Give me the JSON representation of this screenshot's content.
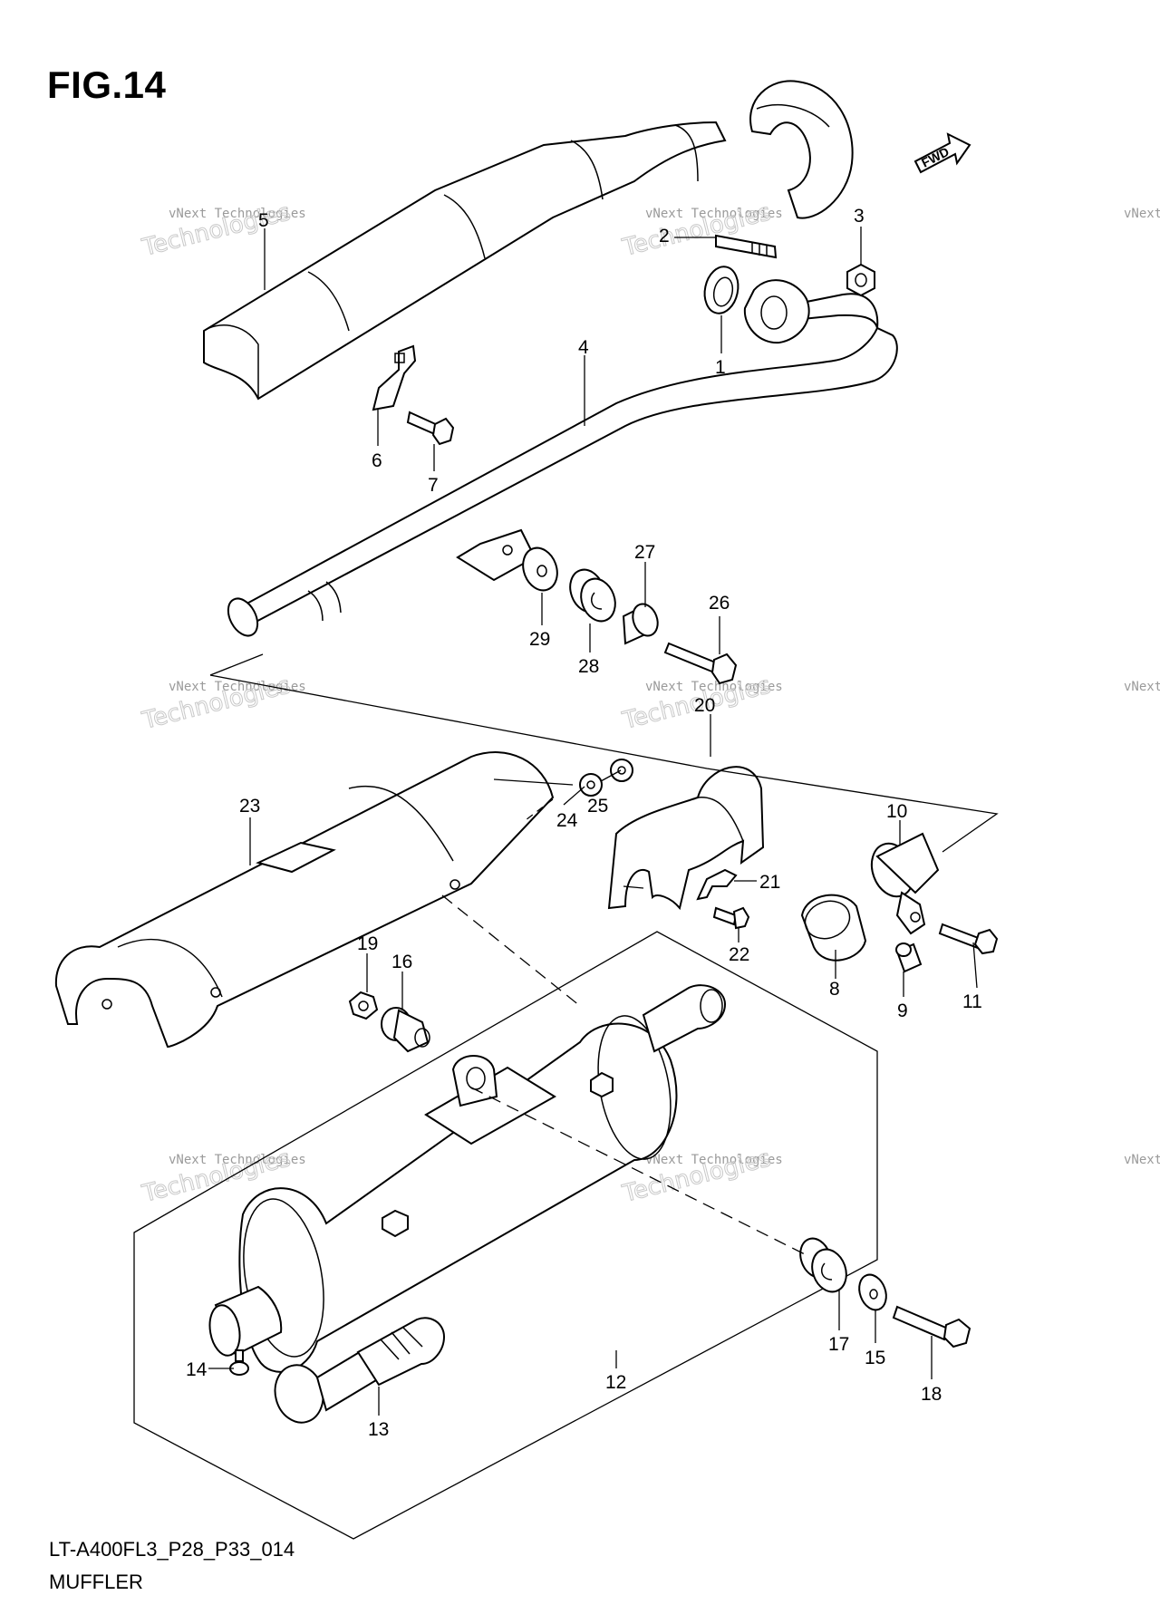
{
  "figure": {
    "title": "FIG.14",
    "code": "LT-A400FL3_P28_P33_014",
    "name": "MUFFLER",
    "fwd_label": "FWD"
  },
  "watermark": {
    "line1": "vNext Technologies",
    "line2": "Technologies",
    "line3": "vNext"
  },
  "callouts": [
    {
      "id": "1",
      "label": "1"
    },
    {
      "id": "2",
      "label": "2"
    },
    {
      "id": "3",
      "label": "3"
    },
    {
      "id": "4",
      "label": "4"
    },
    {
      "id": "5",
      "label": "5"
    },
    {
      "id": "6",
      "label": "6"
    },
    {
      "id": "7",
      "label": "7"
    },
    {
      "id": "8",
      "label": "8"
    },
    {
      "id": "9",
      "label": "9"
    },
    {
      "id": "10",
      "label": "10"
    },
    {
      "id": "11",
      "label": "11"
    },
    {
      "id": "12",
      "label": "12"
    },
    {
      "id": "13",
      "label": "13"
    },
    {
      "id": "14",
      "label": "14"
    },
    {
      "id": "15",
      "label": "15"
    },
    {
      "id": "16",
      "label": "16"
    },
    {
      "id": "17",
      "label": "17"
    },
    {
      "id": "18",
      "label": "18"
    },
    {
      "id": "19",
      "label": "19"
    },
    {
      "id": "20",
      "label": "20"
    },
    {
      "id": "21",
      "label": "21"
    },
    {
      "id": "22",
      "label": "22"
    },
    {
      "id": "23",
      "label": "23"
    },
    {
      "id": "24",
      "label": "24"
    },
    {
      "id": "25",
      "label": "25"
    },
    {
      "id": "26",
      "label": "26"
    },
    {
      "id": "27",
      "label": "27"
    },
    {
      "id": "28",
      "label": "28"
    },
    {
      "id": "29",
      "label": "29"
    }
  ]
}
